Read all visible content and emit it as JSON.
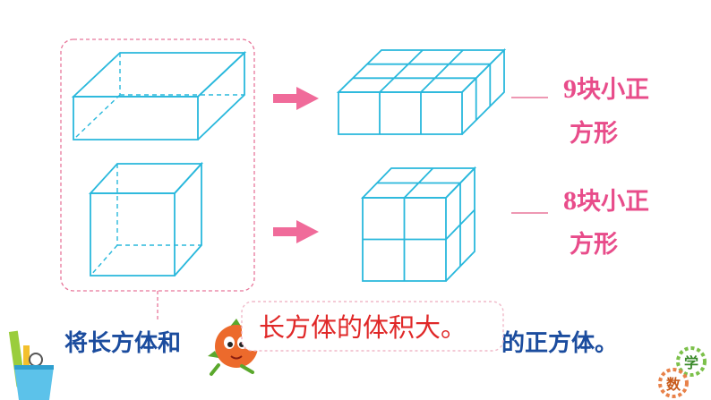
{
  "rows": [
    {
      "count": "9",
      "text_line1": "块小正",
      "text_line2": "方形"
    },
    {
      "count": "8",
      "text_line1": "块小正",
      "text_line2": "方形"
    }
  ],
  "sentence": {
    "part1": "将长方体和",
    "part2": "的正方体。"
  },
  "callout": "长方体的体积大。",
  "badge": {
    "char1": "学",
    "char2": "数"
  },
  "colors": {
    "cube_line": "#29b8dc",
    "pink_text": "#e84c8a",
    "blue_text": "#1b4c9e",
    "red_text": "#e02828",
    "arrow": "#f06b9a"
  }
}
